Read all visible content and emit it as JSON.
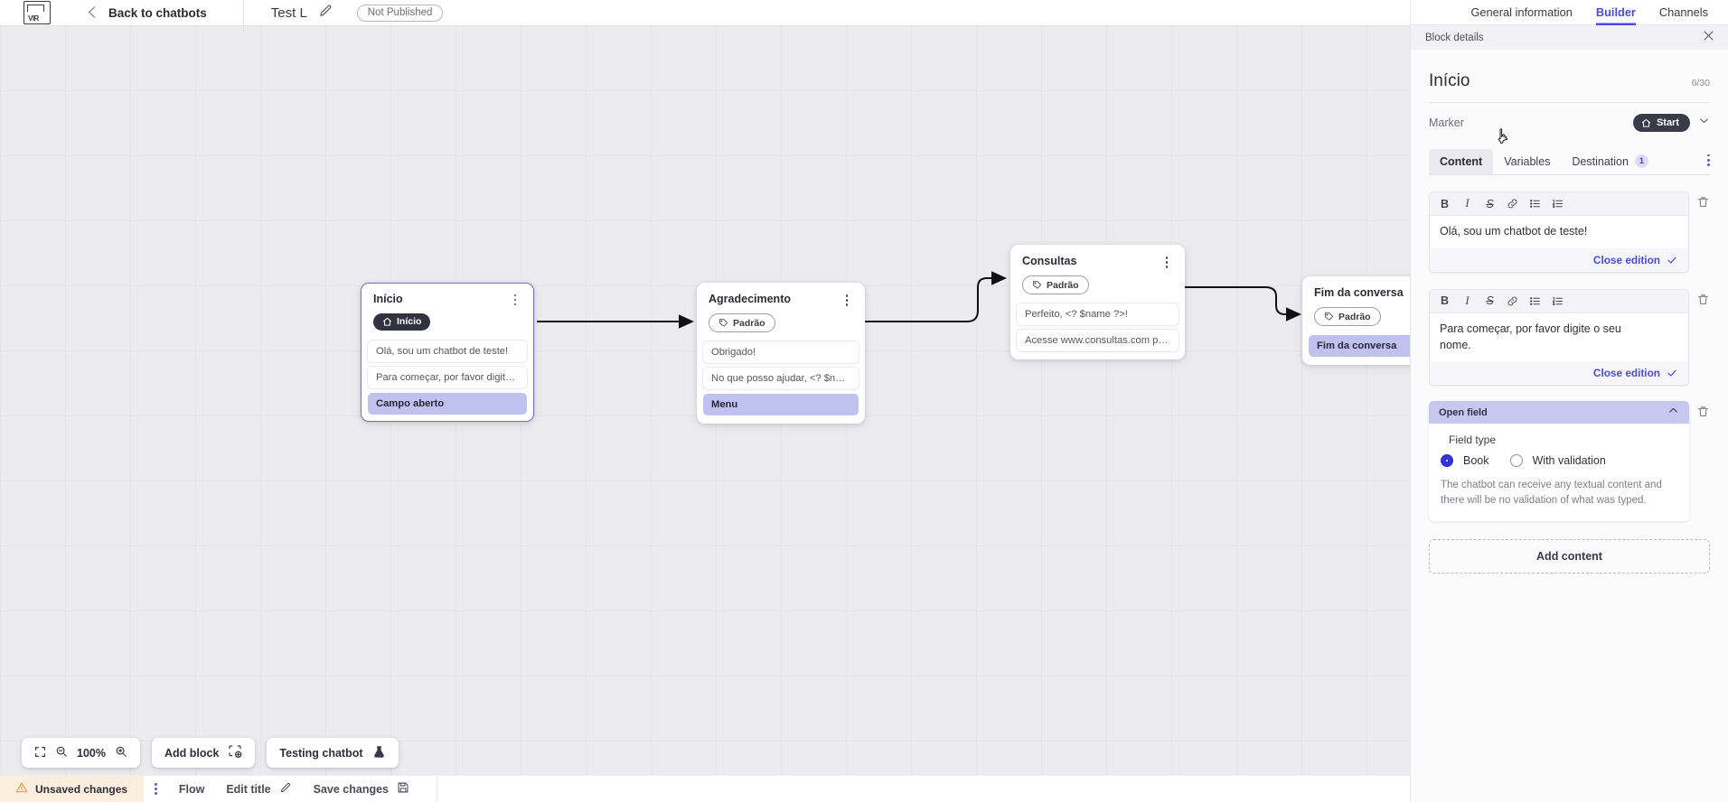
{
  "topbar": {
    "logo_name": "vtr-logo",
    "back_label": "Back to chatbots",
    "bot_title": "Test Li",
    "status_badge": "Not Published"
  },
  "panel_tabs": [
    {
      "label": "General information",
      "active": false
    },
    {
      "label": "Builder",
      "active": true
    },
    {
      "label": "Channels",
      "active": false
    }
  ],
  "panel": {
    "header_title": "Block details",
    "block_name": "Início",
    "char_count": "6/30",
    "marker_label": "Marker",
    "marker_value": "Start",
    "tabs": [
      {
        "label": "Content",
        "badge": "",
        "active": true
      },
      {
        "label": "Variables",
        "badge": "",
        "active": false
      },
      {
        "label": "Destination",
        "badge": "1",
        "active": false
      }
    ],
    "editors": [
      {
        "text": "Olá, sou um chatbot de teste!",
        "footer": "Close edition"
      },
      {
        "text": "Para começar, por favor digite o seu nome.",
        "footer": "Close edition"
      }
    ],
    "toolbar_icons": [
      "bold-icon",
      "italic-icon",
      "strikethrough-icon",
      "link-icon",
      "bulleted-list-icon",
      "numbered-list-icon"
    ],
    "open_field": {
      "title": "Open field",
      "field_type_label": "Field type",
      "options": [
        {
          "label": "Book",
          "selected": true
        },
        {
          "label": "With validation",
          "selected": false
        }
      ],
      "description": "The chatbot can receive any textual content and there will be no validation of what was typed."
    },
    "add_content_label": "Add content"
  },
  "canvas": {
    "nodes": [
      {
        "title": "Início",
        "tag": "Início",
        "tag_type": "start",
        "selected": true,
        "rows": [
          {
            "text": "Olá, sou um chatbot de teste!",
            "accent": false
          },
          {
            "text": "Para começar, por favor digite o ...",
            "accent": false
          },
          {
            "text": "Campo aberto",
            "accent": true
          }
        ]
      },
      {
        "title": "Agradecimento",
        "tag": "Padrão",
        "tag_type": "padrao",
        "selected": false,
        "rows": [
          {
            "text": "Obrigado!",
            "accent": false
          },
          {
            "text": "No que posso ajudar, <? $name ...",
            "accent": false
          },
          {
            "text": "Menu",
            "accent": true
          }
        ]
      },
      {
        "title": "Consultas",
        "tag": "Padrão",
        "tag_type": "padrao",
        "selected": false,
        "rows": [
          {
            "text": "Perfeito, <? $name ?>!",
            "accent": false
          },
          {
            "text": "Acesse www.consultas.com par...",
            "accent": false
          }
        ]
      },
      {
        "title": "Fim da conversa",
        "tag": "Padrão",
        "tag_type": "padrao",
        "selected": false,
        "rows": [
          {
            "text": "Fim da conversa",
            "accent": true
          }
        ]
      }
    ]
  },
  "tools": {
    "fit_icon": "fit-screen-icon",
    "zoom_out_icon": "zoom-out-icon",
    "zoom_level": "100%",
    "zoom_in_icon": "zoom-in-icon",
    "add_block_label": "Add block",
    "testing_label": "Testing chatbot"
  },
  "statusbar": {
    "unsaved_label": "Unsaved changes",
    "flow_label": "Flow",
    "edit_title_label": "Edit title",
    "save_label": "Save changes"
  },
  "colors": {
    "accent": "#4a4ae0",
    "node_accent_row": "#bfc2ee",
    "warning_bg": "#fbeedc",
    "canvas_bg": "#ececef",
    "panel_bg": "#fbfbfc"
  }
}
